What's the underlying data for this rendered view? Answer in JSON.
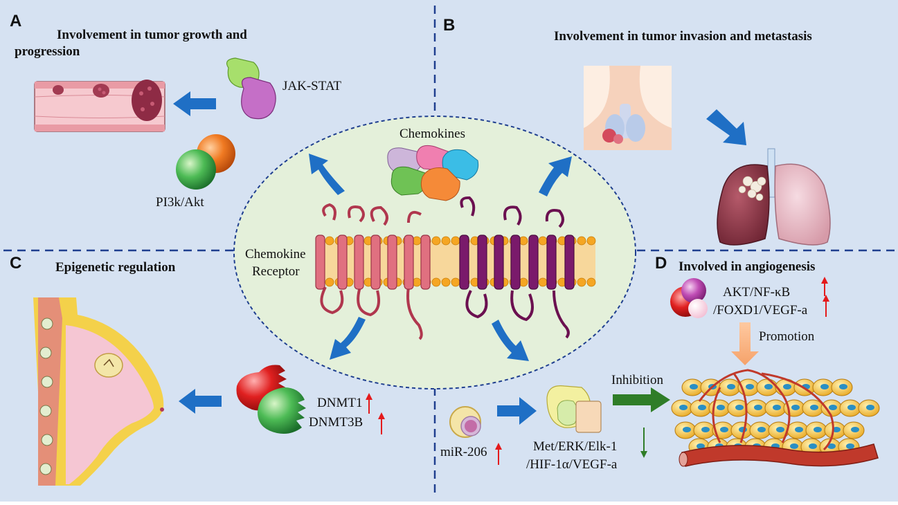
{
  "panels": {
    "A": {
      "letter": "A",
      "title_line1": "Involvement in tumor growth and",
      "title_line2": "progression",
      "pathway1": "JAK-STAT",
      "pathway2": "PI3k/Akt"
    },
    "B": {
      "letter": "B",
      "title": "Involvement in tumor invasion and metastasis"
    },
    "C": {
      "letter": "C",
      "title": "Epigenetic regulation",
      "gene1": "DNMT1",
      "gene2": "DNMT3B"
    },
    "D": {
      "letter": "D",
      "title": "Involved in angiogenesis",
      "pathway_line1": "AKT/NF-κB",
      "pathway_line2": "/FOXD1/VEGF-a",
      "promotion": "Promotion",
      "inhibition": "Inhibition",
      "mirna": "miR-206",
      "inhib_line1": "Met/ERK/Elk-1",
      "inhib_line2": "/HIF-1α/VEGF-a"
    }
  },
  "center": {
    "chemokines": "Chemokines",
    "receptor_line1": "Chemokine",
    "receptor_line2": "Receptor"
  },
  "colors": {
    "background": "#d6e2f2",
    "ellipse": "#e4f0da",
    "blue_arrow": "#1f6fc5",
    "green_arrow": "#2f7d28",
    "up_arrow": "#e41a1c",
    "divider": "#1f3f8f"
  }
}
